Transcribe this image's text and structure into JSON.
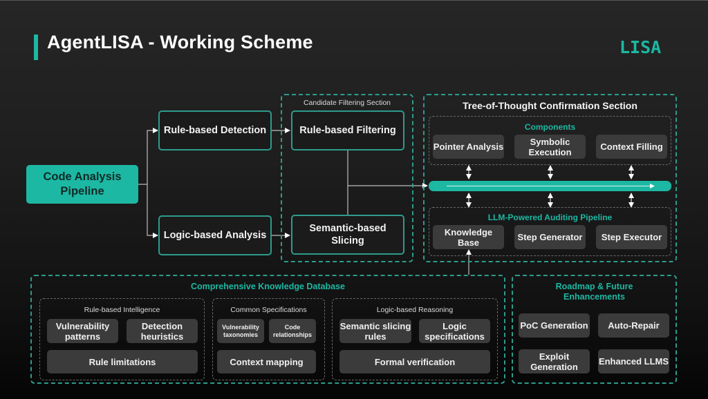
{
  "header": {
    "title": "AgentLISA - Working Scheme",
    "logo": "LISA"
  },
  "colors": {
    "accent": "#1db8a3",
    "outline": "#2e9c8c",
    "card": "#3b3b3b",
    "background_top": "#262626",
    "background_bottom": "#050505"
  },
  "pipeline": {
    "source": "Code Analysis Pipeline",
    "detection": "Rule-based Detection",
    "analysis": "Logic-based Analysis"
  },
  "candidate_filtering": {
    "title": "Candidate Filtering Section",
    "filtering": "Rule-based Filtering",
    "slicing": "Semantic-based Slicing"
  },
  "tot": {
    "title": "Tree-of-Thought Confirmation Section",
    "components": {
      "title": "Components",
      "items": [
        "Pointer Analysis",
        "Symbolic Execution",
        "Context Filling"
      ]
    },
    "auditing": {
      "title": "LLM-Powered Auditing Pipeline",
      "items": [
        "Knowledge Base",
        "Step Generator",
        "Step Executor"
      ]
    }
  },
  "knowledge_db": {
    "title": "Comprehensive Knowledge Database",
    "groups": [
      {
        "title": "Rule-based Intelligence",
        "items": [
          "Vulnerability patterns",
          "Detection heuristics"
        ],
        "wide": "Rule limitations"
      },
      {
        "title": "Common Specifications",
        "items": [
          "Vulnerability taxonomies",
          "Code relationships"
        ],
        "wide": "Context mapping"
      },
      {
        "title": "Logic-based Reasoning",
        "items": [
          "Semantic slicing rules",
          "Logic specifications"
        ],
        "wide": "Formal verification"
      }
    ]
  },
  "roadmap": {
    "title": "Roadmap & Future Enhancements",
    "items": [
      "PoC Generation",
      "Auto-Repair",
      "Exploit Generation",
      "Enhanced LLMS"
    ]
  }
}
